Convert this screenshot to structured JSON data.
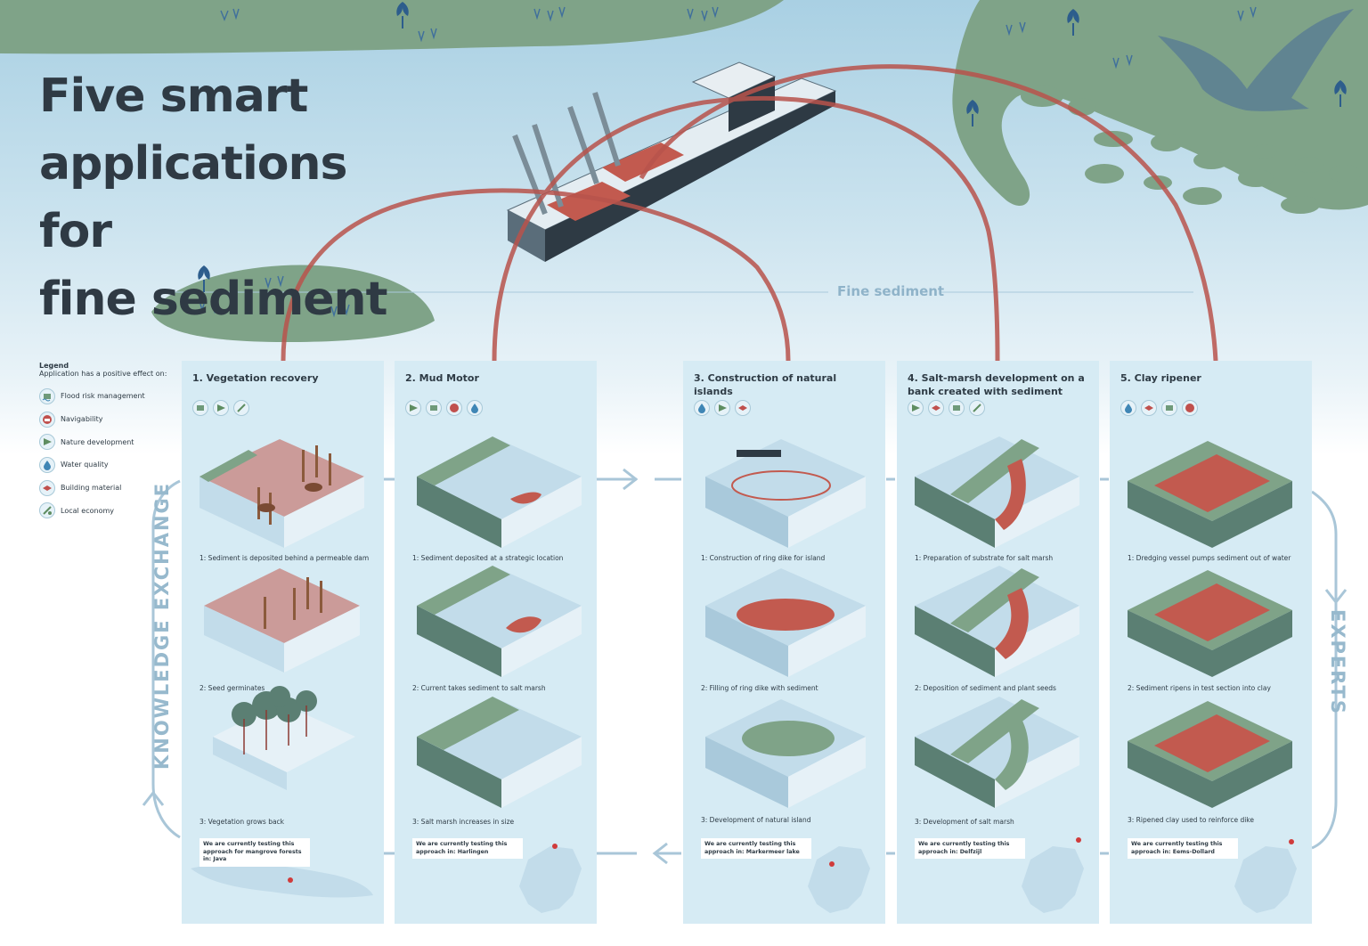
{
  "title_lines": [
    "Five smart",
    "applications for",
    "fine sediment"
  ],
  "fine_sediment_label": "Fine sediment",
  "legend": {
    "title": "Legend",
    "subtitle": "Application has a positive effect on:",
    "items": [
      {
        "label": "Flood risk management",
        "icon": "flood-icon",
        "color": "#6f9a7a"
      },
      {
        "label": "Navigability",
        "icon": "ship-icon",
        "color": "#c0504d"
      },
      {
        "label": "Nature development",
        "icon": "leaf-icon",
        "color": "#5e8d61"
      },
      {
        "label": "Water quality",
        "icon": "drop-icon",
        "color": "#3f86b5"
      },
      {
        "label": "Building material",
        "icon": "brick-icon",
        "color": "#c0504d"
      },
      {
        "label": "Local economy",
        "icon": "economy-icon",
        "color": "#5e8d61"
      }
    ]
  },
  "side_labels": {
    "left": "KNOWLEDGE EXCHANGE",
    "right": "EXPERTS"
  },
  "colors": {
    "sediment": "#c25a4f",
    "land": "#7fa388",
    "water": "#d6ebf4",
    "arc": "#b8534c"
  },
  "panels": [
    {
      "title": "1. Vegetation recovery",
      "icons": [
        "flood-icon",
        "leaf-icon",
        "economy-icon"
      ],
      "steps": [
        "1: Sediment is deposited behind a permeable dam",
        "2: Seed germinates",
        "3: Vegetation grows back"
      ],
      "testing": "We are currently testing this approach for mangrove forests in: Java"
    },
    {
      "title": "2. Mud Motor",
      "icons": [
        "leaf-icon",
        "flood-icon",
        "ship-icon",
        "drop-icon"
      ],
      "steps": [
        "1: Sediment deposited at a strategic location",
        "2: Current takes sediment to salt marsh",
        "3: Salt marsh increases in size"
      ],
      "testing": "We are currently testing this approach in: Harlingen"
    },
    {
      "title": "3. Construction of natural islands",
      "icons": [
        "drop-icon",
        "leaf-icon",
        "ship-icon"
      ],
      "steps": [
        "1: Construction of ring dike for island",
        "2: Filling of ring dike with sediment",
        "3: Development of natural island"
      ],
      "testing": "We are currently testing this approach in: Markermeer lake"
    },
    {
      "title": "4. Salt-marsh development on a bank created with sediment",
      "icons": [
        "leaf-icon",
        "brick-icon",
        "flood-icon",
        "economy-icon"
      ],
      "steps": [
        "1: Preparation of substrate for salt marsh",
        "2: Deposition of sediment and plant seeds",
        "3: Development of salt marsh"
      ],
      "testing": "We are currently testing this approach in: Delfzijl"
    },
    {
      "title": "5. Clay ripener",
      "icons": [
        "drop-icon",
        "brick-icon",
        "flood-icon",
        "ship-icon"
      ],
      "steps": [
        "1: Dredging vessel pumps sediment out of water",
        "2: Sediment ripens in test section into clay",
        "3: Ripened clay used to reinforce dike"
      ],
      "testing": "We are currently testing this approach in: Eems-Dollard"
    }
  ]
}
